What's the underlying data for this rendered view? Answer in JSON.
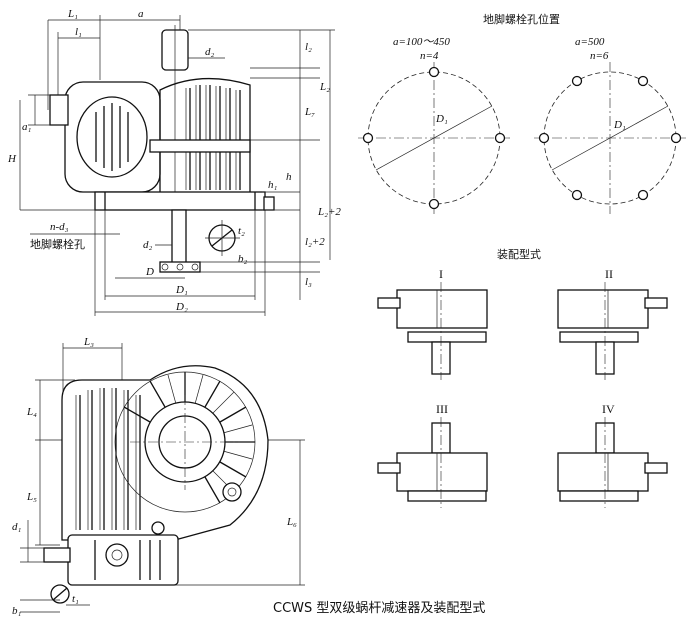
{
  "caption": "CCWS 型双级蜗杆减速器及装配型式",
  "bolt_hole_title": "地脚螺栓孔位置",
  "bolt_hole_left": {
    "a_range": "a=100～450",
    "n": "n=4",
    "diameter": "D₁"
  },
  "bolt_hole_right": {
    "a_range": "a=500",
    "n": "n=6",
    "diameter": "D₁"
  },
  "assembly_title": "装配型式",
  "assembly_types": [
    "I",
    "II",
    "III",
    "IV"
  ],
  "foot_bolt_label": "地脚螺栓孔",
  "front_view_labels": {
    "L1": "L₁",
    "l1": "l₁",
    "a": "a",
    "d2": "d₂",
    "l2": "l₂",
    "L2": "L₂",
    "L7": "L₇",
    "a1": "a₁",
    "H": "H",
    "h1": "h₁",
    "h": "h",
    "L2plus2": "L₂+2",
    "l2plus2": "l₂+2",
    "nd3": "n-d₃",
    "d2b": "d₂",
    "t2": "t₂",
    "b2": "b₂",
    "D": "D",
    "D1": "D₁",
    "D2": "D₂",
    "l3": "l₃"
  },
  "side_view_labels": {
    "L3": "L₃",
    "L4": "L₄",
    "L5": "L₅",
    "L6": "L₆",
    "d1": "d₁",
    "t1": "t₁",
    "b1": "b₁"
  }
}
